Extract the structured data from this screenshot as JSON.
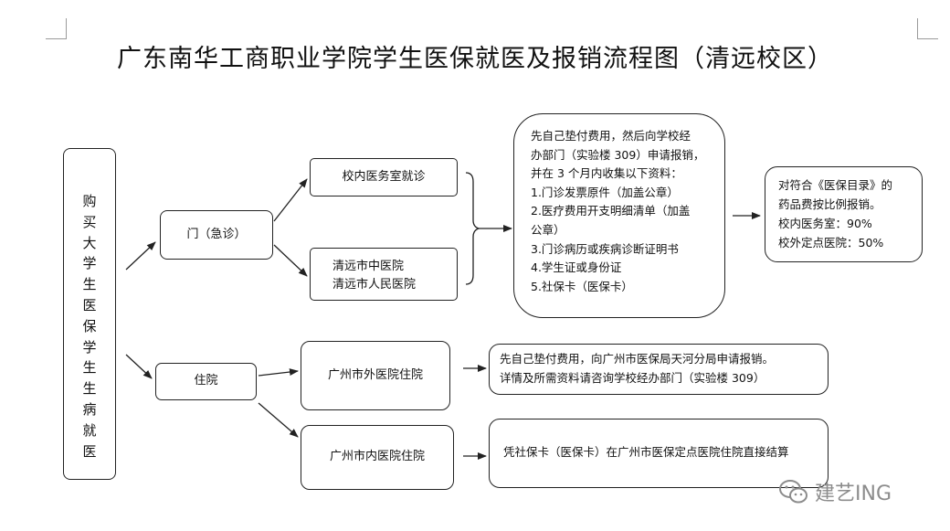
{
  "title": "广东南华工商职业学院学生医保就医及报销流程图（清远校区）",
  "nodes": {
    "root": [
      "购",
      "买",
      "大",
      "学",
      "生",
      "医",
      "保",
      "学",
      "生",
      "生",
      "病",
      "就",
      "医"
    ],
    "emergency": "门（急诊）",
    "hospitalization": "住院",
    "campus_clinic": "校内医务室就诊",
    "qingyuan_hospitals": [
      "清远市中医院",
      "清远市人民医院"
    ],
    "reimburse_steps": [
      "先自己垫付费用，然后向学校经",
      "办部门（实验楼 309）申请报销，",
      "并在 3 个月内收集以下资料：",
      "1.门诊发票原件（加盖公章）",
      "2.医疗费用开支明细清单（加盖",
      "公章）",
      "3.门诊病历或疾病诊断证明书",
      "4.学生证或身份证",
      "5.社保卡（医保卡）"
    ],
    "ratio": [
      "对符合《医保目录》的",
      "药品费按比例报销。",
      "校内医务室：90%",
      "校外定点医院：50%"
    ],
    "outside_gz": "广州市外医院住院",
    "outside_gz_note": [
      "先自己垫付费用，向广州市医保局天河分局申请报销。",
      "详情及所需资料请咨询学校经办部门（实验楼 309）"
    ],
    "inside_gz": "广州市内医院住院",
    "inside_gz_note": "凭社保卡（医保卡）在广州市医保定点医院住院直接结算"
  },
  "watermark": "建艺ING",
  "colors": {
    "line": "#222222",
    "watermark": "#8c8c8c"
  },
  "icons": [
    "wechat-icon"
  ]
}
